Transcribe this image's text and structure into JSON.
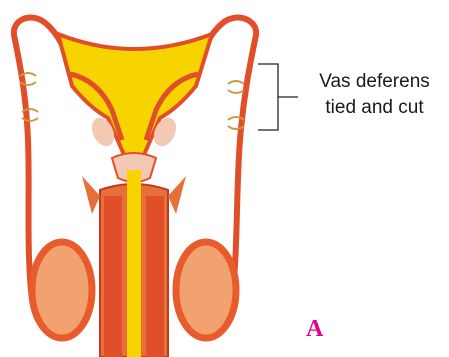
{
  "callout": {
    "line1": "Vas deferens",
    "line2": "tied and cut"
  },
  "panel_letter": "A",
  "colors": {
    "tube": "#e04f29",
    "tube_dark": "#c23b1d",
    "testis": "#f2a171",
    "testis_rim": "#e75b2d",
    "bladder": "#f7d300",
    "prostate": "#f3c9b4",
    "letter": "#e6008a",
    "ligature": "#c99b3c"
  }
}
